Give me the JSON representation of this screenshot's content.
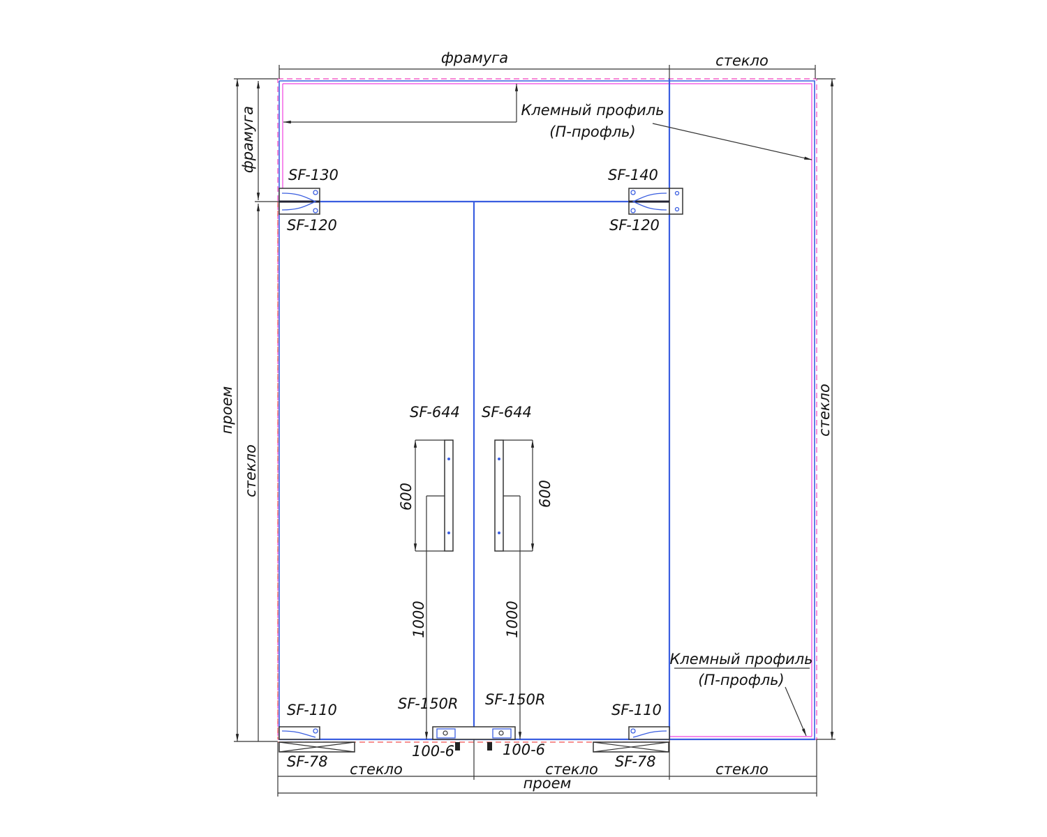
{
  "labels": {
    "transom_top": "фрамуга",
    "glass_top_right": "стекло",
    "transom_left": "фрамуга",
    "opening_left": "проем",
    "glass_left": "стекло",
    "glass_right": "стекло",
    "clamp_profile_1": "Клемный профиль",
    "clamp_profile_1_sub": "(П-профль)",
    "clamp_profile_2": "Клемный профиль",
    "clamp_profile_2_sub": "(П-профль)",
    "glass_bottom_left": "стекло",
    "glass_bottom_mid": "стекло",
    "glass_bottom_right": "стекло",
    "opening_bottom": "проем"
  },
  "fittings": {
    "sf130": "SF-130",
    "sf140": "SF-140",
    "sf120_left": "SF-120",
    "sf120_right": "SF-120",
    "sf644_left": "SF-644",
    "sf644_right": "SF-644",
    "sf110_left": "SF-110",
    "sf110_right": "SF-110",
    "sf150r_left": "SF-150R",
    "sf150r_right": "SF-150R",
    "lock_left": "100-6",
    "lock_right": "100-6",
    "sf78_left": "SF-78",
    "sf78_right": "SF-78"
  },
  "dimensions": {
    "handle_len_left": "600",
    "handle_len_right": "600",
    "handle_height_left": "1000",
    "handle_height_right": "1000"
  }
}
